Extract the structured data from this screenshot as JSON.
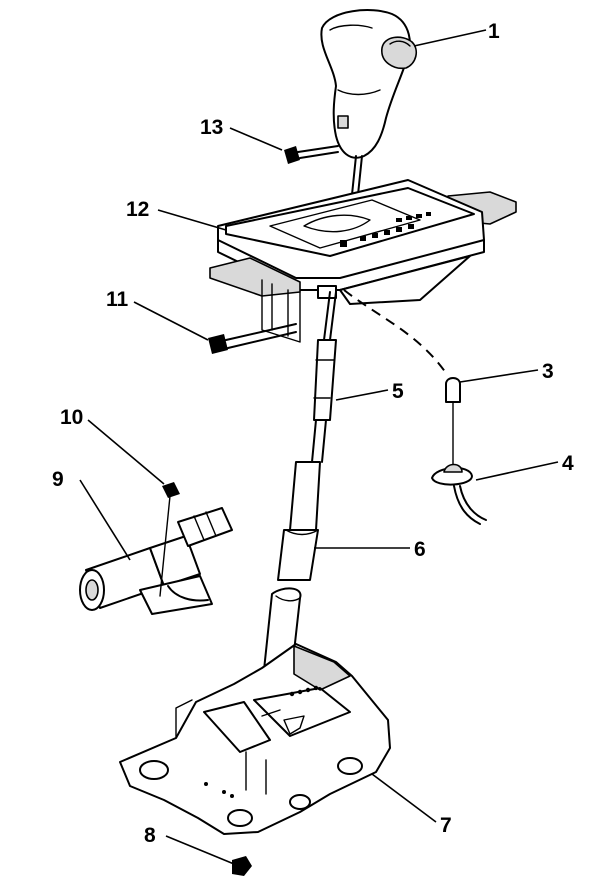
{
  "callouts": [
    {
      "id": "1",
      "label": "1"
    },
    {
      "id": "3",
      "label": "3"
    },
    {
      "id": "4",
      "label": "4"
    },
    {
      "id": "5",
      "label": "5"
    },
    {
      "id": "6",
      "label": "6"
    },
    {
      "id": "7",
      "label": "7"
    },
    {
      "id": "8",
      "label": "8"
    },
    {
      "id": "9",
      "label": "9"
    },
    {
      "id": "10",
      "label": "10"
    },
    {
      "id": "11",
      "label": "11"
    },
    {
      "id": "12",
      "label": "12"
    },
    {
      "id": "13",
      "label": "13"
    }
  ]
}
